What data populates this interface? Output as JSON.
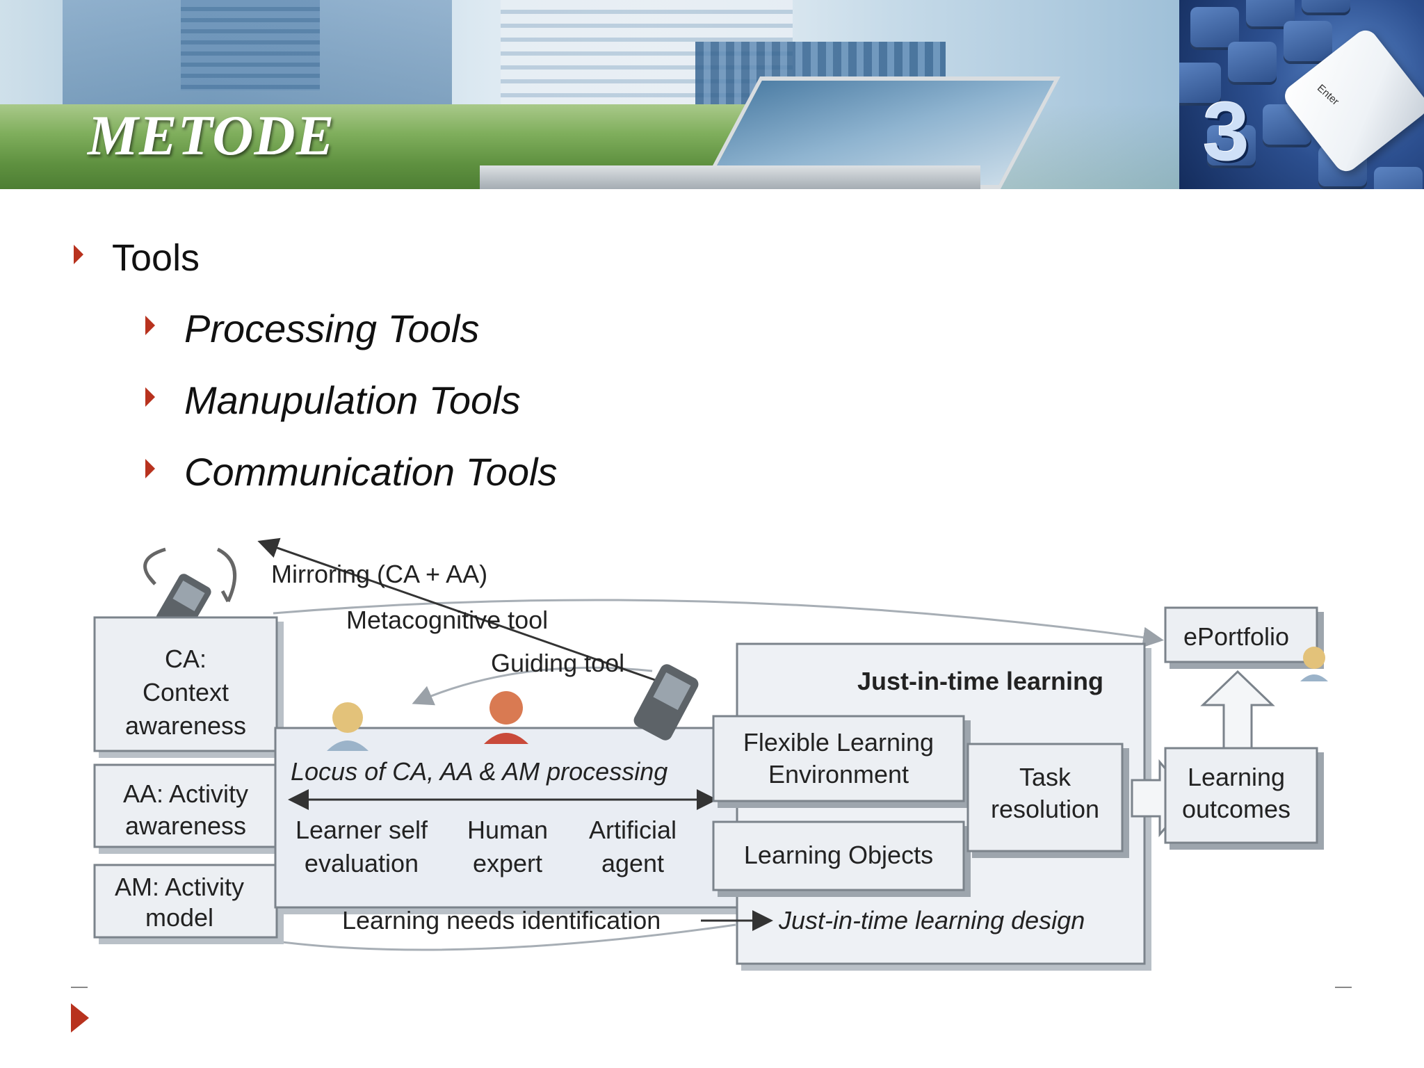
{
  "header": {
    "title": "METODE",
    "section_number": "3",
    "key_label": "Enter"
  },
  "content": {
    "items": [
      {
        "label": "Tools",
        "level": 1
      },
      {
        "label": "Processing Tools",
        "level": 2
      },
      {
        "label": "Manupulation Tools",
        "level": 2
      },
      {
        "label": "Communication Tools",
        "level": 2
      }
    ]
  },
  "diagram": {
    "mirroring": "Mirroring (CA + AA)",
    "metacognitive": "Metacognitive tool",
    "guiding": "Guiding tool",
    "ca_line1": "CA:",
    "ca_line2": "Context",
    "ca_line3": "awareness",
    "aa_line1": "AA: Activity",
    "aa_line2": "awareness",
    "am_line1": "AM: Activity",
    "am_line2": "model",
    "locus": "Locus of CA, AA & AM processing",
    "learner_line1": "Learner self",
    "learner_line2": "evaluation",
    "human_line1": "Human",
    "human_line2": "expert",
    "agent_line1": "Artificial",
    "agent_line2": "agent",
    "jit_learning": "Just-in-time learning",
    "fle_line1": "Flexible Learning",
    "fle_line2": "Environment",
    "learning_objects": "Learning Objects",
    "task_line1": "Task",
    "task_line2": "resolution",
    "eportfolio": "ePortfolio",
    "outcomes_line1": "Learning",
    "outcomes_line2": "outcomes",
    "needs": "Learning needs identification",
    "jit_design": "Just-in-time learning design"
  },
  "colors": {
    "accent": "#b8321e",
    "box_fill": "#e9edf3",
    "box_shadow": "#8f969e"
  }
}
